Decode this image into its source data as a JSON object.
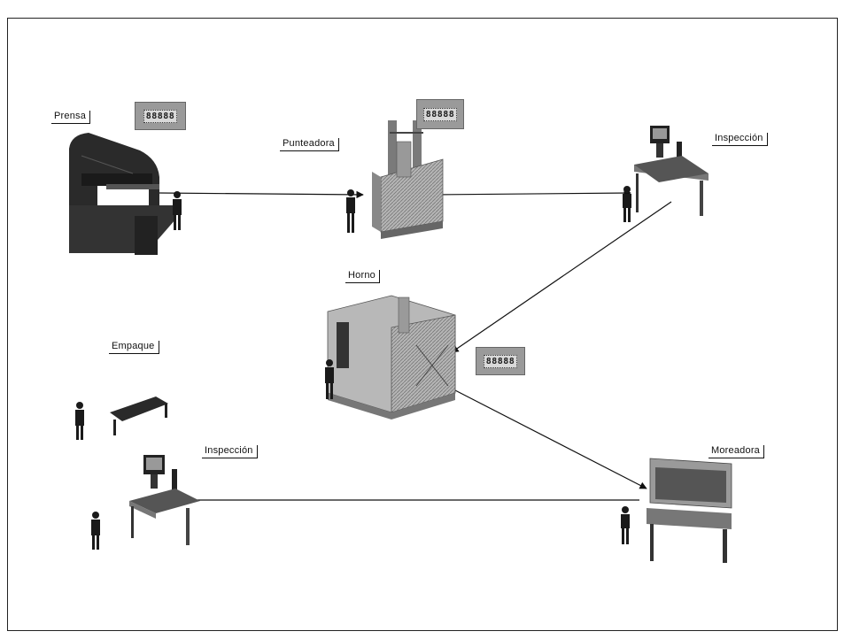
{
  "stations": {
    "prensa": "Prensa",
    "punteadora": "Punteadora",
    "inspeccion_1": "Inspección",
    "horno": "Horno",
    "empaque": "Empaque",
    "inspeccion_2": "Inspección",
    "moreadora": "Moreadora"
  },
  "counters": {
    "prensa": "88888",
    "punteadora": "88888",
    "horno": "88888"
  },
  "colors": {
    "machine_dark": "#2a2a2a",
    "machine_mid": "#8c8c8c",
    "machine_light": "#c8c8c8",
    "counter_bg": "#9a9a9a",
    "link": "#111111"
  }
}
